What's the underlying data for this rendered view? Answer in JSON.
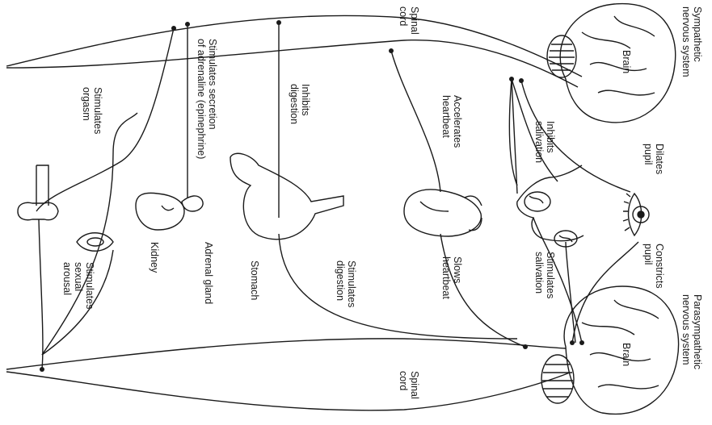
{
  "titles": {
    "sympathetic": [
      "Sympathetic",
      "nervous system"
    ],
    "parasympathetic": [
      "Parasympathetic",
      "nervous system"
    ]
  },
  "structures": {
    "spinal_cord_top": [
      "Spinal",
      "cord"
    ],
    "spinal_cord_bottom": [
      "Spinal",
      "cord"
    ],
    "brain_top": "Brain",
    "brain_bottom": "Brain"
  },
  "sympathetic_effects": {
    "dilates_pupil": [
      "Dilates",
      "pupil"
    ],
    "inhibits_salivation": [
      "Inhibits",
      "salivation"
    ],
    "accelerates_heartbeat": [
      "Accelerates",
      "heartbeat"
    ],
    "inhibits_digestion": [
      "Inhibits",
      "digestion"
    ],
    "stimulates_adrenaline": [
      "Stimulates secretion",
      "of adrenaline (epinephrine)"
    ],
    "stimulates_orgasm": [
      "Stimulates",
      "orgasm"
    ]
  },
  "parasympathetic_effects": {
    "constricts_pupil": [
      "Constricts",
      "pupil"
    ],
    "stimulates_salivation": [
      "Stimulates",
      "salivation"
    ],
    "slows_heartbeat": [
      "Slows",
      "heartbeat"
    ],
    "stimulates_digestion": [
      "Stimulates",
      "digestion"
    ],
    "stimulates_sexual_arousal": [
      "Stimulates",
      "sexual",
      "arousal"
    ]
  },
  "organs": {
    "adrenal_gland": "Adrenal gland",
    "kidney": "Kidney",
    "stomach": "Stomach"
  }
}
